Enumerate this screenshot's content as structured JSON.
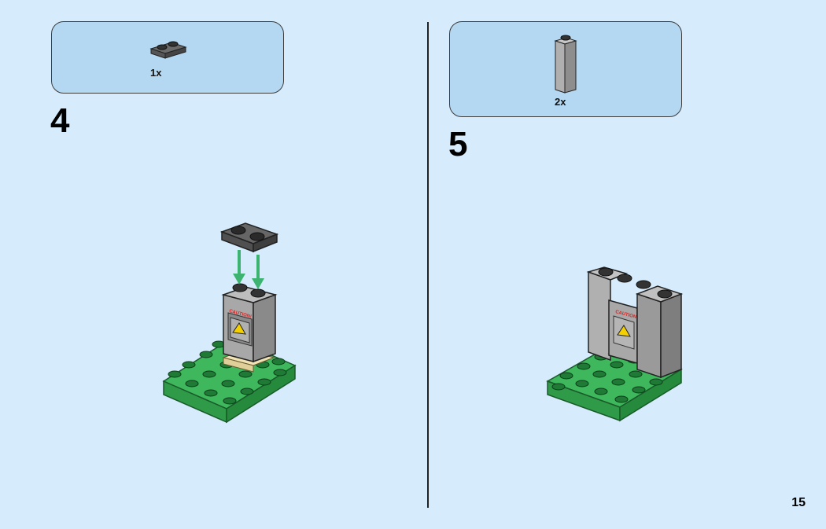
{
  "page_number": "15",
  "steps": [
    {
      "number": "4",
      "parts": [
        {
          "quantity": "1x",
          "part": "plate 1x2 dark grey"
        }
      ]
    },
    {
      "number": "5",
      "parts": [
        {
          "quantity": "2x",
          "part": "brick 1x1x3 grey"
        }
      ]
    }
  ],
  "sticker_text": "CAUTION!",
  "icons": [
    "plate-1x2-icon",
    "brick-1x1x3-icon",
    "green-arrow-icon",
    "warning-sign-icon"
  ],
  "colors": {
    "background": "#d6ebfb",
    "parts_box": "#b5d8f2",
    "baseplate_green": "#2fa84f",
    "arrow_green": "#3cb371",
    "grey": "#9a9a9a",
    "dark_grey": "#5a5a5a",
    "tan": "#e8d8a8"
  }
}
